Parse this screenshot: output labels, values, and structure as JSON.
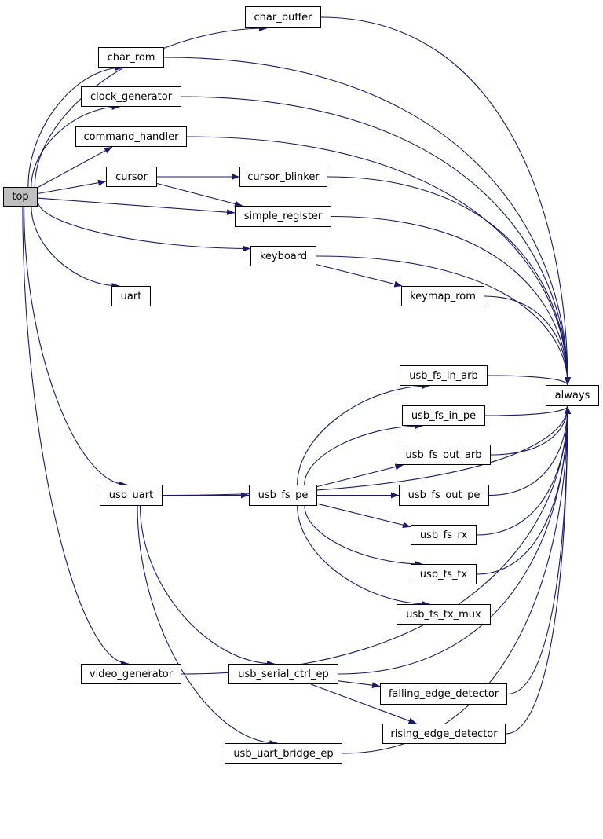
{
  "diagram": {
    "edge_color": "#191970",
    "root_fill": "#bfbfbf",
    "node_fill": "#ffffff",
    "nodes": {
      "top": "top",
      "char_buffer": "char_buffer",
      "char_rom": "char_rom",
      "clock_generator": "clock_generator",
      "command_handler": "command_handler",
      "cursor": "cursor",
      "cursor_blinker": "cursor_blinker",
      "simple_register": "simple_register",
      "keyboard": "keyboard",
      "keymap_rom": "keymap_rom",
      "uart": "uart",
      "always": "always",
      "usb_fs_in_arb": "usb_fs_in_arb",
      "usb_fs_in_pe": "usb_fs_in_pe",
      "usb_fs_out_arb": "usb_fs_out_arb",
      "usb_uart": "usb_uart",
      "usb_fs_pe": "usb_fs_pe",
      "usb_fs_out_pe": "usb_fs_out_pe",
      "usb_fs_rx": "usb_fs_rx",
      "usb_fs_tx": "usb_fs_tx",
      "usb_fs_tx_mux": "usb_fs_tx_mux",
      "video_generator": "video_generator",
      "usb_serial_ctrl_ep": "usb_serial_ctrl_ep",
      "falling_edge_detector": "falling_edge_detector",
      "rising_edge_detector": "rising_edge_detector",
      "usb_uart_bridge_ep": "usb_uart_bridge_ep"
    },
    "edges": [
      [
        "top",
        "char_buffer"
      ],
      [
        "top",
        "char_rom"
      ],
      [
        "top",
        "clock_generator"
      ],
      [
        "top",
        "command_handler"
      ],
      [
        "top",
        "cursor"
      ],
      [
        "top",
        "simple_register"
      ],
      [
        "top",
        "keyboard"
      ],
      [
        "top",
        "uart"
      ],
      [
        "top",
        "usb_uart"
      ],
      [
        "top",
        "video_generator"
      ],
      [
        "cursor",
        "cursor_blinker"
      ],
      [
        "cursor",
        "simple_register"
      ],
      [
        "keyboard",
        "keymap_rom"
      ],
      [
        "usb_uart",
        "usb_fs_pe"
      ],
      [
        "usb_uart",
        "usb_serial_ctrl_ep"
      ],
      [
        "usb_uart",
        "usb_uart_bridge_ep"
      ],
      [
        "usb_fs_pe",
        "usb_fs_in_arb"
      ],
      [
        "usb_fs_pe",
        "usb_fs_in_pe"
      ],
      [
        "usb_fs_pe",
        "usb_fs_out_arb"
      ],
      [
        "usb_fs_pe",
        "usb_fs_out_pe"
      ],
      [
        "usb_fs_pe",
        "usb_fs_rx"
      ],
      [
        "usb_fs_pe",
        "usb_fs_tx"
      ],
      [
        "usb_fs_pe",
        "usb_fs_tx_mux"
      ],
      [
        "usb_serial_ctrl_ep",
        "falling_edge_detector"
      ],
      [
        "usb_serial_ctrl_ep",
        "rising_edge_detector"
      ],
      [
        "char_buffer",
        "always"
      ],
      [
        "char_rom",
        "always"
      ],
      [
        "clock_generator",
        "always"
      ],
      [
        "command_handler",
        "always"
      ],
      [
        "cursor_blinker",
        "always"
      ],
      [
        "simple_register",
        "always"
      ],
      [
        "keyboard",
        "always"
      ],
      [
        "keymap_rom",
        "always"
      ],
      [
        "usb_uart",
        "always"
      ],
      [
        "usb_fs_in_arb",
        "always"
      ],
      [
        "usb_fs_in_pe",
        "always"
      ],
      [
        "usb_fs_out_arb",
        "always"
      ],
      [
        "usb_fs_out_pe",
        "always"
      ],
      [
        "usb_fs_rx",
        "always"
      ],
      [
        "usb_fs_tx",
        "always"
      ],
      [
        "usb_serial_ctrl_ep",
        "always"
      ],
      [
        "falling_edge_detector",
        "always"
      ],
      [
        "rising_edge_detector",
        "always"
      ],
      [
        "usb_uart_bridge_ep",
        "always"
      ],
      [
        "video_generator",
        "always"
      ]
    ]
  }
}
